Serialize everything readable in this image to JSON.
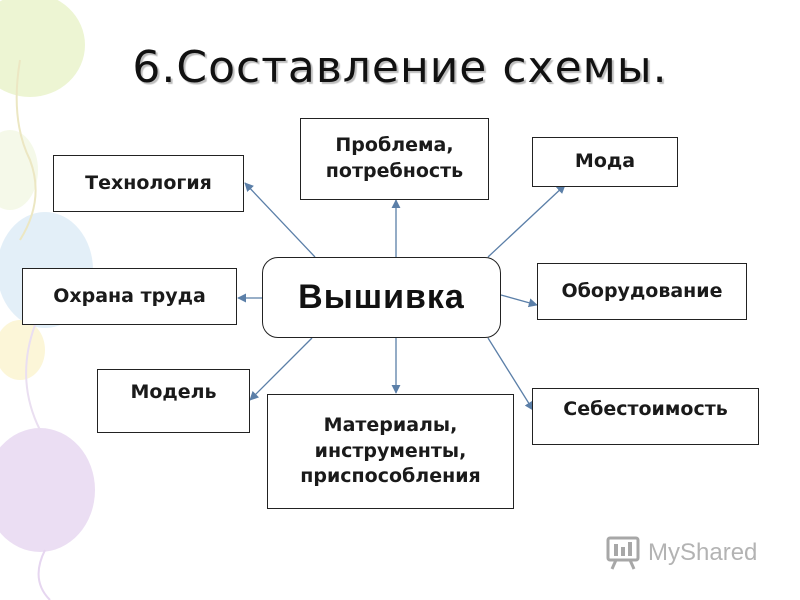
{
  "title": "6.Составление схемы.",
  "center": "Вышивка",
  "nodes": {
    "tekhnologiya": "Технология",
    "problema": [
      "Проблема,",
      "потребность"
    ],
    "moda": "Мода",
    "okhrana": "Охрана труда",
    "oborudovanie": "Оборудование",
    "model": "Модель",
    "materialy": [
      "Материалы,",
      "инструменты,",
      "приспособления"
    ],
    "sebestoimost": "Себестоимость"
  },
  "watermark": "MyShared",
  "colors": {
    "arrow": "#5b7fa8",
    "border": "#222222"
  }
}
